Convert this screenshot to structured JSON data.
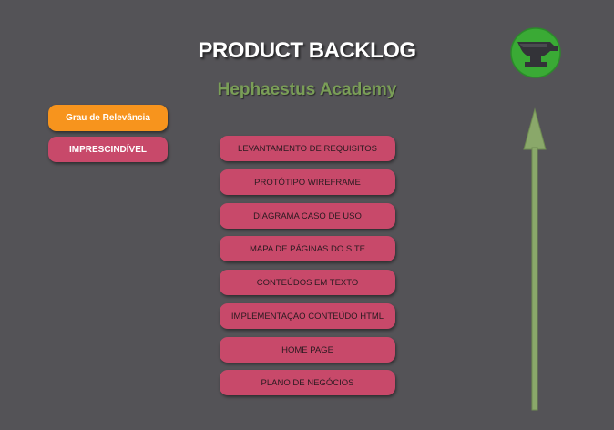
{
  "header": {
    "title": "PRODUCT BACKLOG",
    "subtitle": "Hephaestus Academy",
    "logo_icon": "anvil-icon"
  },
  "legend": {
    "relevance_label": "Grau de Relevância",
    "essential_label": "IMPRESCINDÍVEL"
  },
  "backlog": {
    "items": [
      "LEVANTAMENTO DE REQUISITOS",
      "PROTÓTIPO WIREFRAME",
      "DIAGRAMA CASO DE USO",
      "MAPA DE PÁGINAS DO SITE",
      "CONTEÚDOS EM TEXTO",
      "IMPLEMENTAÇÃO CONTEÚDO HTML",
      "HOME PAGE",
      "PLANO DE NEGÓCIOS"
    ]
  },
  "indicator": {
    "icon": "up-arrow-icon"
  },
  "colors": {
    "background": "#545357",
    "item": "#c8496a",
    "relevance": "#f7941d",
    "accent_green": "#7a9e57",
    "logo_green": "#3aaa35"
  }
}
